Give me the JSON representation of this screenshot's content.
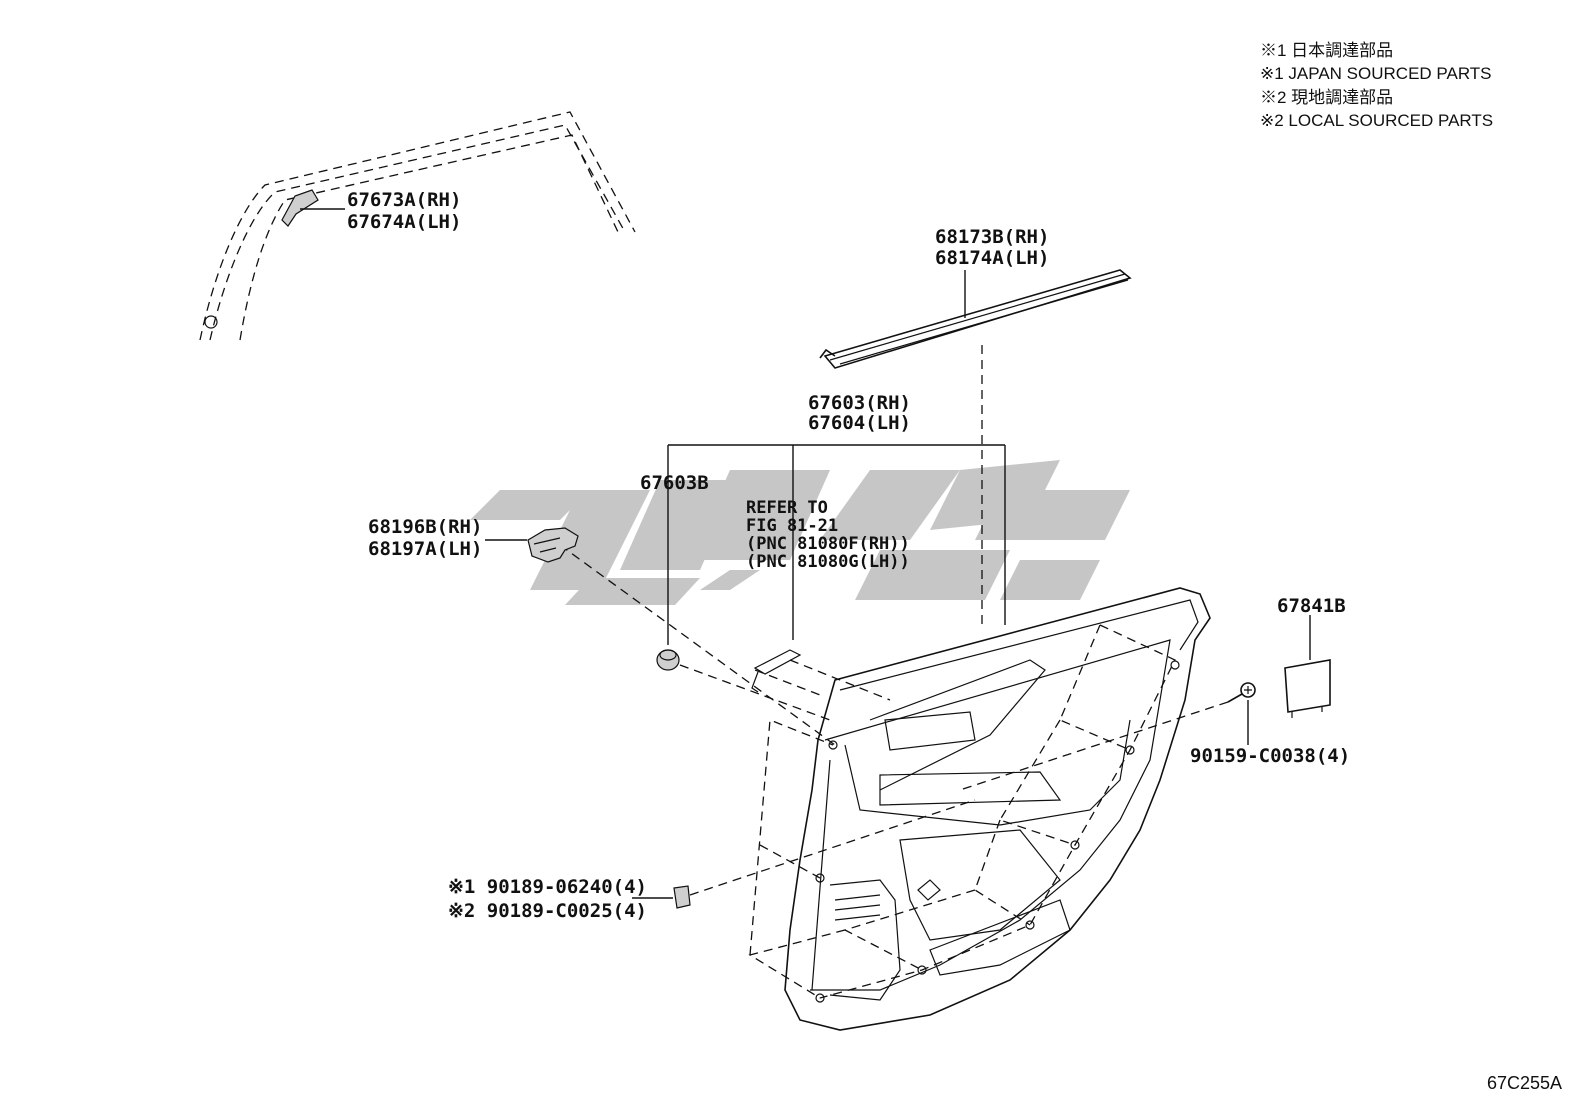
{
  "notes": [
    "※1 日本調達部品",
    "※1 JAPAN SOURCED PARTS",
    "※2 現地調達部品",
    "※2 LOCAL SOURCED PARTS"
  ],
  "labels": {
    "p67673": "67673A(RH)",
    "p67674": "67674A(LH)",
    "p68173": "68173B(RH)",
    "p68174": "68174A(LH)",
    "p67603": "67603(RH)",
    "p67604": "67604(LH)",
    "p67603b": "67603B",
    "p68196": "68196B(RH)",
    "p68197": "68197A(LH)",
    "p67841": "67841B",
    "p90159": "90159-C0038(4)",
    "p90189a": "※1 90189-06240(4)",
    "p90189b": "※2 90189-C0025(4)"
  },
  "refer": [
    "REFER TO",
    "FIG 81-21",
    "(PNC 81080F(RH))",
    "(PNC 81080G(LH))"
  ],
  "diagram_code": "67C255A"
}
